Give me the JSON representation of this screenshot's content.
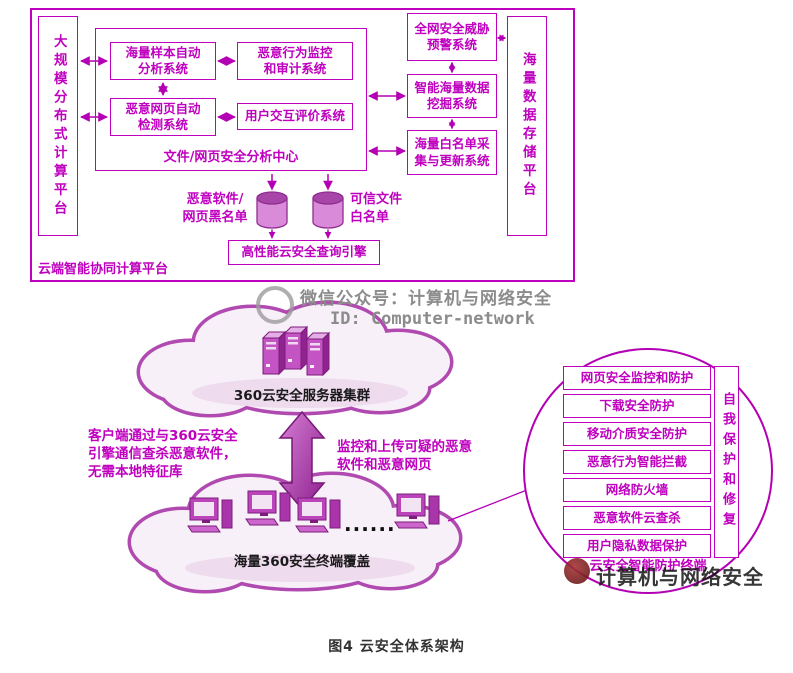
{
  "colors": {
    "magenta": "#bf00bf",
    "purple_dark": "#8f2d8f",
    "watermark_gray": "#8c8c8c"
  },
  "platform": {
    "label": "云端智能协同计算平台",
    "left_bar": "大规模分布式计算平台",
    "right_bar": "海量数据存储平台",
    "analysis_center": {
      "title": "文件/网页安全分析中心",
      "boxes": [
        "海量样本自动\n分析系统",
        "恶意行为监控\n和审计系统",
        "恶意网页自动\n检测系统",
        "用户交互评价系统"
      ]
    },
    "right_boxes": [
      "全网安全威胁\n预警系统",
      "智能海量数据\n挖掘系统",
      "海量白名单采\n集与更新系统"
    ],
    "blacklist_label": "恶意软件/\n网页黑名单",
    "whitelist_label": "可信文件\n白名单",
    "query_engine": "高性能云安全查询引擎"
  },
  "watermark_center": {
    "line1": "微信公众号：计算机与网络安全",
    "line2": "ID: Computer-network"
  },
  "server_cloud_label": "360云安全服务器集群",
  "terminal_cloud_label": "海量360安全终端覆盖",
  "terminal_dots": "......",
  "note_left": "客户端通过与360云安全\n引擎通信查杀恶意软件，\n无需本地特征库",
  "note_right": "监控和上传可疑的恶意\n软件和恶意网页",
  "terminal_panel": {
    "items": [
      "网页安全监控和防护",
      "下载安全防护",
      "移动介质安全防护",
      "恶意行为智能拦截",
      "网络防火墙",
      "恶意软件云查杀",
      "用户隐私数据保护"
    ],
    "side_label": "自我保护和修复",
    "bottom_label": "云安全智能防护终端"
  },
  "watermark_bottom": "计算机与网络安全",
  "caption": "图4  云安全体系架构"
}
